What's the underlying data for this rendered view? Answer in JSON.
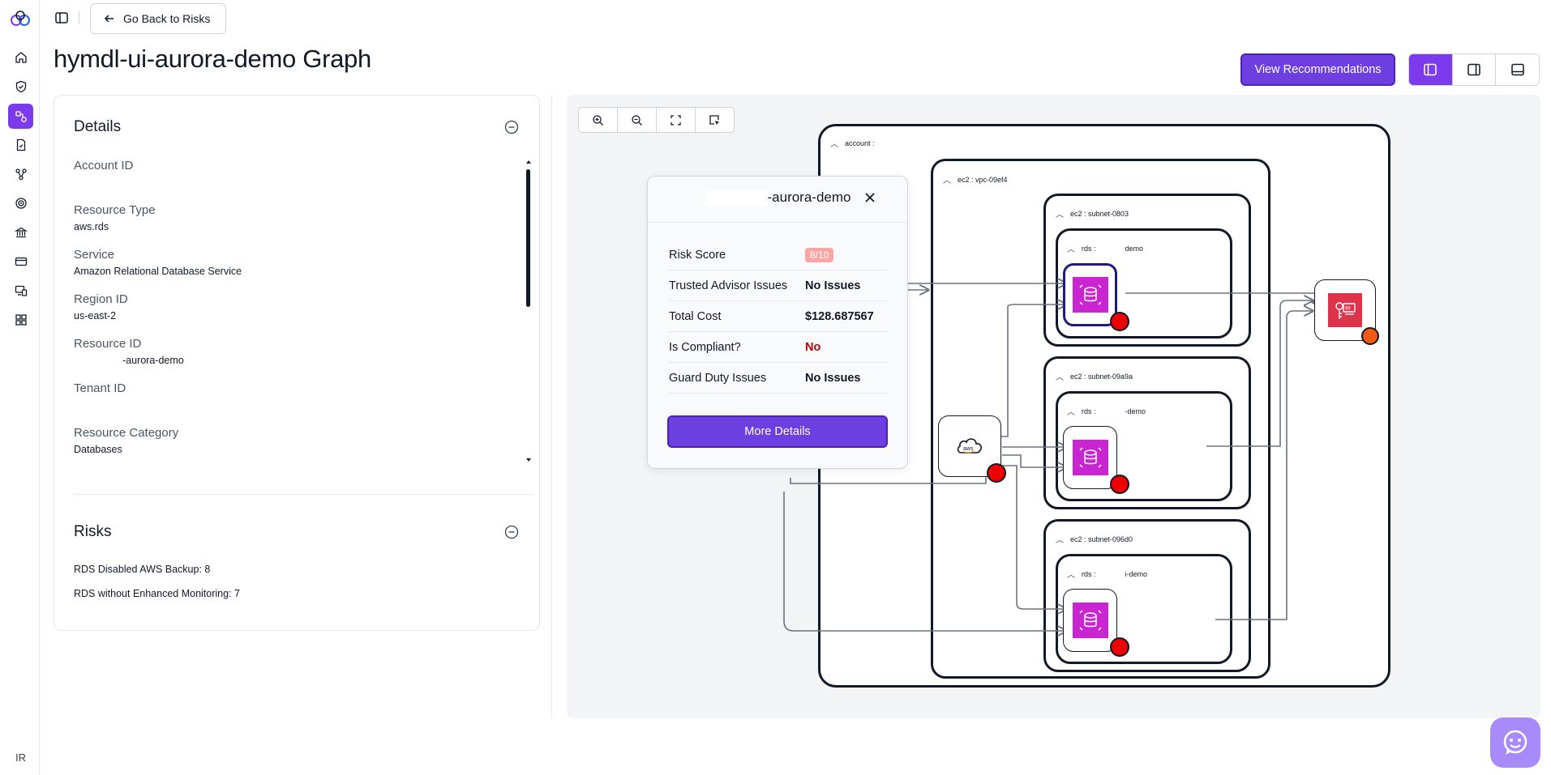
{
  "app": {
    "back_label": "Go Back to Risks",
    "page_title": "hymdl-ui-aurora-demo Graph",
    "view_recommendations": "View Recommendations",
    "user_initials": "IR",
    "accent_color": "#7c3aed"
  },
  "sidebar": {
    "items": [
      {
        "icon": "home-icon"
      },
      {
        "icon": "shield-icon"
      },
      {
        "icon": "graph-icon",
        "active": true
      },
      {
        "icon": "report-icon"
      },
      {
        "icon": "workflow-icon"
      },
      {
        "icon": "radar-icon"
      },
      {
        "icon": "bank-icon"
      },
      {
        "icon": "card-icon"
      },
      {
        "icon": "devices-icon"
      },
      {
        "icon": "apps-icon"
      }
    ]
  },
  "details": {
    "title": "Details",
    "fields": [
      {
        "label": "Account ID",
        "value": ""
      },
      {
        "label": "Resource Type",
        "value": "aws.rds"
      },
      {
        "label": "Service",
        "value": "Amazon Relational Database Service"
      },
      {
        "label": "Region ID",
        "value": "us-east-2"
      },
      {
        "label": "Resource ID",
        "value": "-aurora-demo"
      },
      {
        "label": "Tenant ID",
        "value": ""
      },
      {
        "label": "Resource Category",
        "value": "Databases"
      }
    ]
  },
  "risks": {
    "title": "Risks",
    "items": [
      "RDS Disabled AWS Backup: 8",
      "RDS without Enhanced Monitoring: 7"
    ]
  },
  "graph": {
    "account_label": "account :",
    "vpc_label": "ec2 : vpc-09ef4",
    "subnets": [
      {
        "label": "ec2 : subnet-0803",
        "rds_label": "rds :",
        "rds_suffix": "demo"
      },
      {
        "label": "ec2 : subnet-09a9a",
        "rds_label": "rds :",
        "rds_suffix": "-demo"
      },
      {
        "label": "ec2 : subnet-096d0",
        "rds_label": "rds :",
        "rds_suffix": "i-demo"
      }
    ],
    "aws_node_label": "aws"
  },
  "popup": {
    "title_suffix": "-aurora-demo",
    "rows": [
      {
        "key": "Risk Score",
        "value": "8/10"
      },
      {
        "key": "Trusted Advisor Issues",
        "value": "No Issues"
      },
      {
        "key": "Total Cost",
        "value": "$128.687567"
      },
      {
        "key": "Is Compliant?",
        "value": "No"
      },
      {
        "key": "Guard Duty Issues",
        "value": "No Issues"
      }
    ],
    "more_details": "More Details"
  }
}
